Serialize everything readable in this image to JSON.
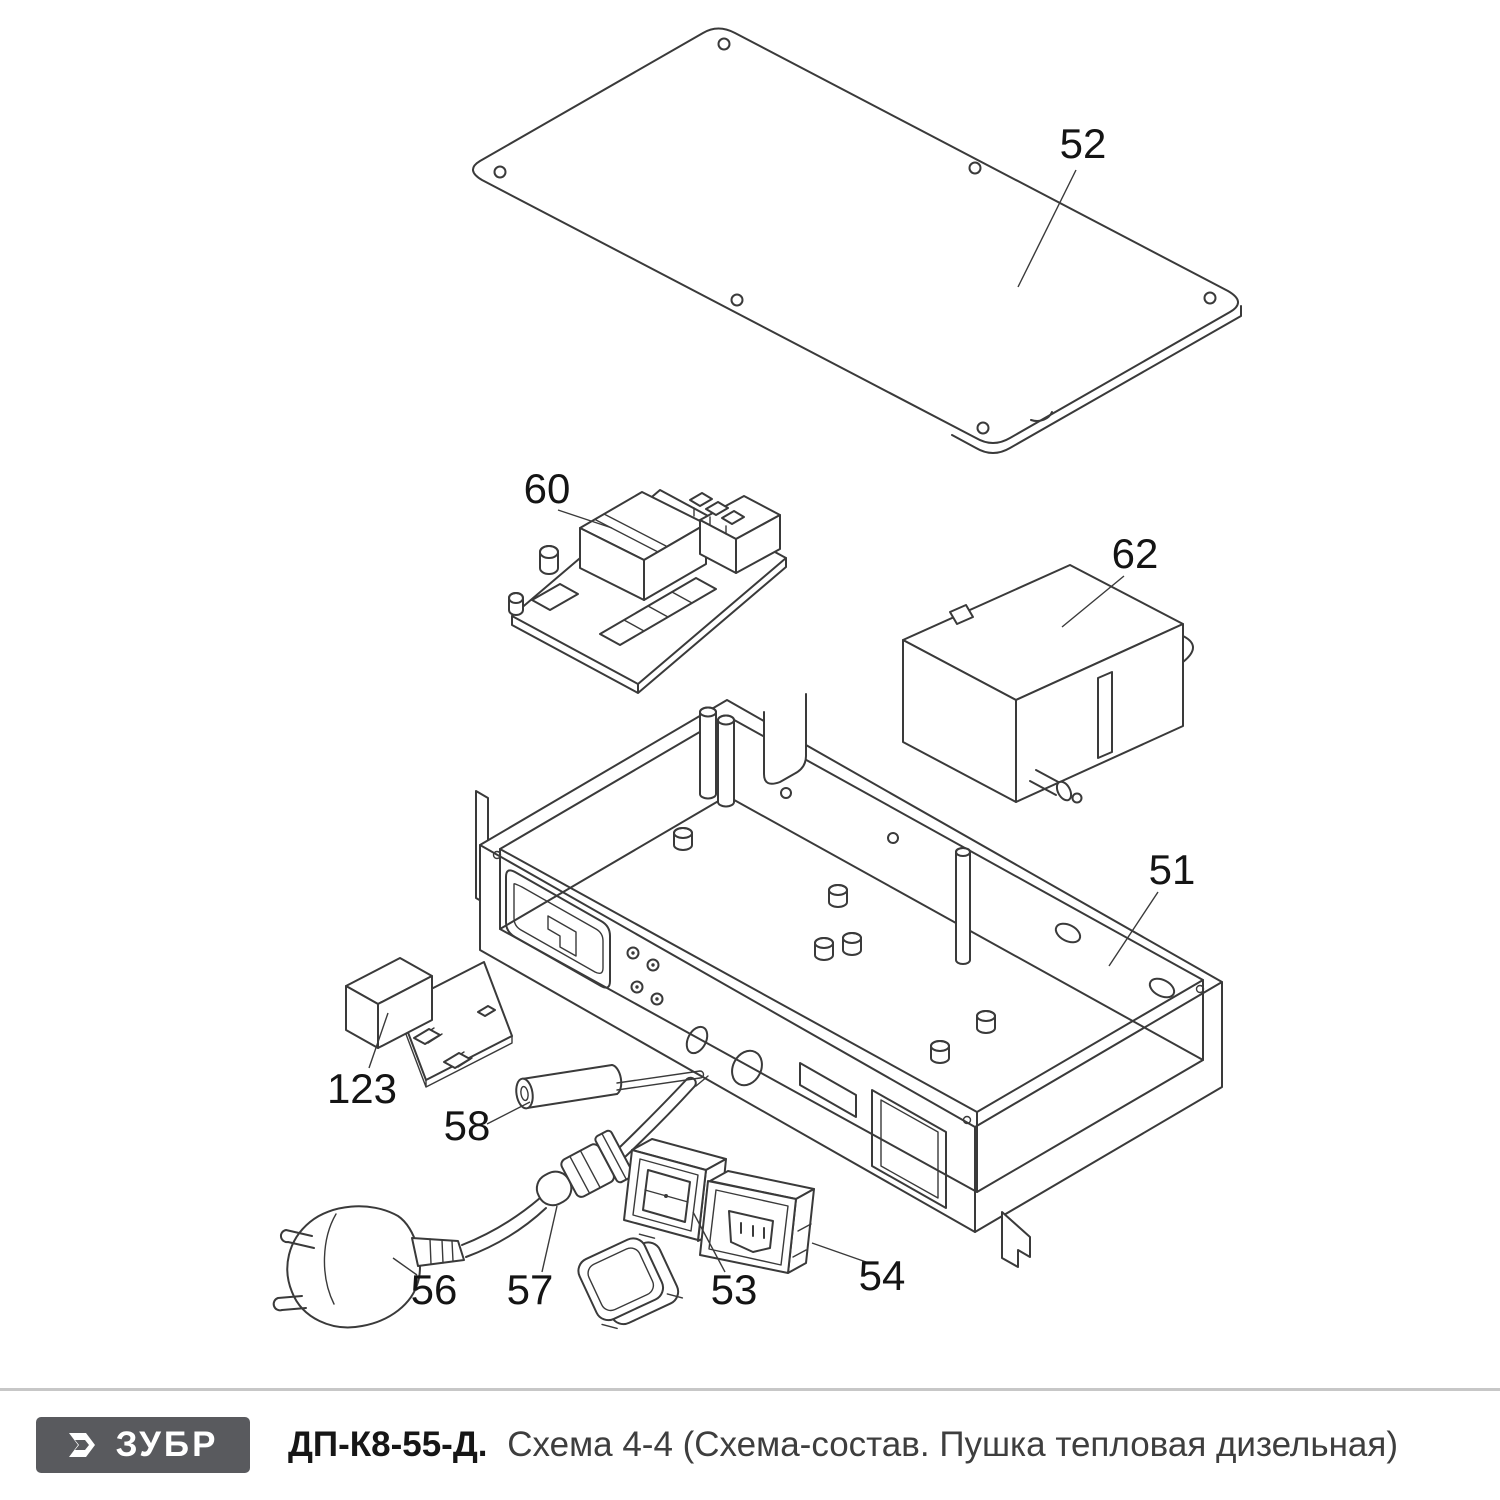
{
  "part_labels": {
    "n52": "52",
    "n60": "60",
    "n62": "62",
    "n51": "51",
    "n123": "123",
    "n58": "58",
    "n57": "57",
    "n56": "56",
    "n53": "53",
    "n54": "54"
  },
  "footer": {
    "brand": "ЗУБР",
    "model": "ДП-К8-55-Д.",
    "description": "Схема 4-4 (Схема-состав. Пушка тепловая дизельная)"
  }
}
